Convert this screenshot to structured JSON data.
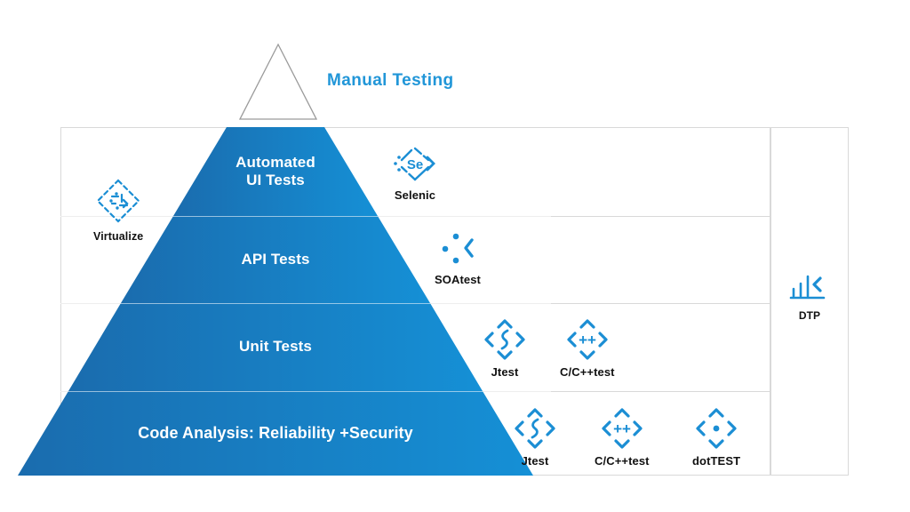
{
  "diagram": {
    "title_label": "Manual Testing",
    "apex_shape": "outline-triangle"
  },
  "colors": {
    "band_dark": "#1a6cae",
    "band_light": "#1590d6",
    "accent_blue": "#1b8ed4",
    "label_blue": "#2196d8",
    "text_dark": "#111111",
    "frame_border": "#d9d9d9",
    "apex_outline": "#9a9a9a"
  },
  "pyramid": {
    "bands": [
      {
        "id": "automated-ui-tests",
        "line1": "Automated",
        "line2": "UI Tests"
      },
      {
        "id": "api-tests",
        "line1": "API Tests",
        "line2": ""
      },
      {
        "id": "unit-tests",
        "line1": "Unit Tests",
        "line2": ""
      },
      {
        "id": "code-analysis",
        "line1": "Code Analysis: Reliability +Security",
        "line2": ""
      }
    ]
  },
  "products": {
    "virtualize": {
      "label": "Virtualize",
      "icon": "virtualize-diamond-icon"
    },
    "selenic": {
      "label": "Selenic",
      "icon": "selenic-diamond-se-icon"
    },
    "soatest": {
      "label": "SOAtest",
      "icon": "soatest-dots-chevron-icon"
    },
    "jtest_unit": {
      "label": "Jtest",
      "icon": "jtest-arrows-icon"
    },
    "cpptest_unit": {
      "label": "C/C++test",
      "icon": "cpptest-arrows-icon"
    },
    "jtest_code": {
      "label": "Jtest",
      "icon": "jtest-arrows-icon"
    },
    "cpptest_code": {
      "label": "C/C++test",
      "icon": "cpptest-arrows-icon"
    },
    "dottest": {
      "label": "dotTEST",
      "icon": "dottest-arrows-icon"
    },
    "dtp": {
      "label": "DTP",
      "icon": "dtp-barchart-chevron-icon"
    }
  }
}
